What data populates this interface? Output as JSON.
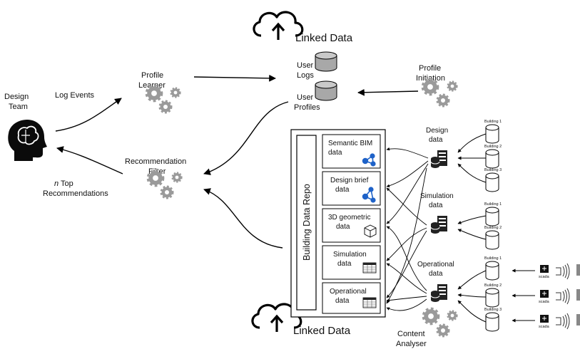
{
  "linked_data_top": "Linked Data",
  "linked_data_bottom": "Linked Data",
  "design_team": [
    "Design",
    "Team"
  ],
  "log_events": "Log Events",
  "profile_learner": [
    "Profile",
    "Learner"
  ],
  "user_logs": [
    "User",
    "Logs"
  ],
  "user_profiles": [
    "User",
    "Profiles"
  ],
  "profile_initiation": [
    "Profile",
    "Initiation"
  ],
  "recommendation_filter": [
    "Recommendation",
    "Filter"
  ],
  "top_recs": [
    "n",
    " Top",
    "Recommendations"
  ],
  "repo_title": "Building Data Repo",
  "repo_items": [
    [
      "Semantic BIM",
      "data"
    ],
    [
      "Design brief",
      "data"
    ],
    [
      "3D geometric",
      "data"
    ],
    [
      "Simulation",
      "data"
    ],
    [
      "Operational",
      "data"
    ]
  ],
  "source_groups": [
    {
      "label": [
        "Design",
        "data"
      ],
      "buildings": [
        "Building 1",
        "Building 2",
        "Building 3"
      ]
    },
    {
      "label": [
        "Simulation",
        "data"
      ],
      "buildings": [
        "Building 1",
        "Building 2"
      ]
    },
    {
      "label": [
        "Operational",
        "data"
      ],
      "buildings": [
        "Building 1",
        "Building 2",
        "Building 3"
      ]
    }
  ],
  "scada_label": "scada",
  "content_analyser": [
    "Content",
    "Analyser"
  ]
}
